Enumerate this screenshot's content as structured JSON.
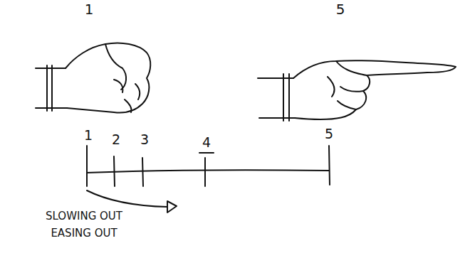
{
  "diagram": {
    "labels": [
      "1",
      "5",
      "1",
      "2",
      "3",
      "4",
      "5",
      "SLOWING OUT",
      "EASING OUT"
    ]
  }
}
